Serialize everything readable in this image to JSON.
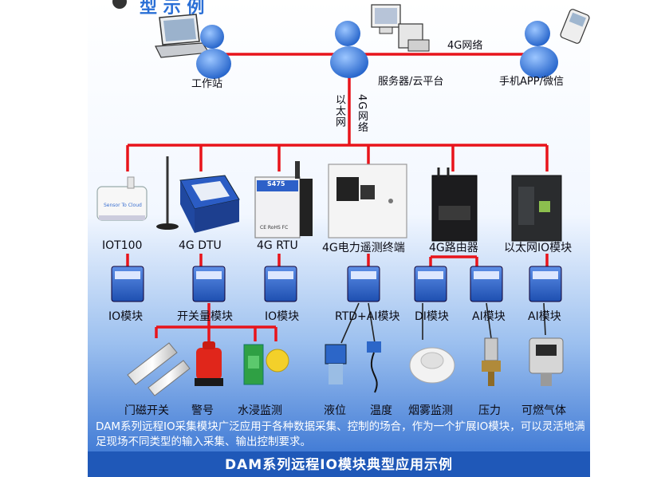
{
  "header": {
    "title_partial": "型 示 例"
  },
  "nodes": {
    "workstation": "工作站",
    "server": "服务器/云平台",
    "mobile": "手机APP/微信",
    "link_4g_top": "4G网络",
    "link_ethernet": "以太网",
    "link_4g_vert": "4G网络"
  },
  "devices": {
    "iot100": "IOT100",
    "dtu4g": "4G DTU",
    "rtu4g": "4G RTU",
    "power_terminal": "4G电力遥测终端",
    "router4g": "4G路由器",
    "eth_io": "以太网IO模块"
  },
  "device_text": {
    "sensor_brand": "Sensor To Cloud",
    "rtu_model": "S475",
    "rtu_certs": "CE RoHS FC"
  },
  "modules": {
    "io1": "IO模块",
    "switch": "开关量模块",
    "io2": "IO模块",
    "rtd_ai": "RTD+AI模块",
    "di": "DI模块",
    "ai1": "AI模块",
    "ai2": "AI模块"
  },
  "sensors": {
    "door": "门磁开关",
    "alarm": "警号",
    "water": "水浸监测",
    "level": "液位",
    "temp": "温度",
    "smoke": "烟雾监测",
    "pressure": "压力",
    "gas": "可燃气体"
  },
  "description": "DAM系列远程IO采集模块广泛应用于各种数据采集、控制的场合，作为一个扩展IO模块，可以灵活地满足现场不同类型的输入采集、输出控制要求。",
  "footer": "DAM系列远程IO模块典型应用示例",
  "colors": {
    "bus": "#e8141b",
    "panel_top": "#ffffff",
    "panel_bottom": "#3f7ed8",
    "footer_bg": "#1f58b8",
    "person": "#3a7be0"
  }
}
